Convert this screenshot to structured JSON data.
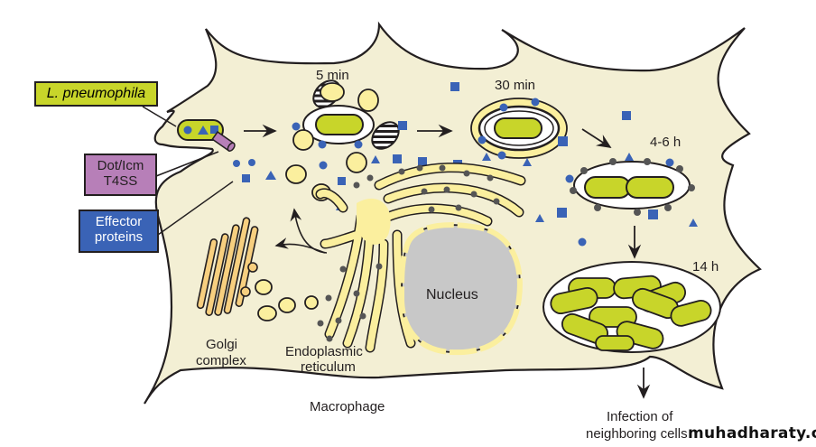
{
  "figure": {
    "title": "Legionella pneumophila intracellular infection cycle in macrophage",
    "colors": {
      "cytoplasm": "#f3efd4",
      "bacterium": "#c8d52a",
      "vesicle": "#fbef9e",
      "golgi": "#f7cf7f",
      "nucleus": "#c8c8c8",
      "effector": "#3a63b6",
      "dotIcm": "#b77fb8",
      "ribosome": "#555555",
      "outline": "#231f20"
    }
  },
  "labels": {
    "pathogen": "L. pneumophila",
    "secretion_system_line1": "Dot/Icm",
    "secretion_system_line2": "T4SS",
    "effectors_line1": "Effector",
    "effectors_line2": "proteins",
    "golgi_line1": "Golgi",
    "golgi_line2": "complex",
    "er_line1": "Endoplasmic",
    "er_line2": "reticulum",
    "nucleus": "Nucleus",
    "cell": "Macrophage",
    "outcome_line1": "Infection of",
    "outcome_line2": "neighboring cells"
  },
  "timepoints": [
    "5 min",
    "30 min",
    "4-6 h",
    "14 h"
  ],
  "watermark": "muhadharaty.com"
}
